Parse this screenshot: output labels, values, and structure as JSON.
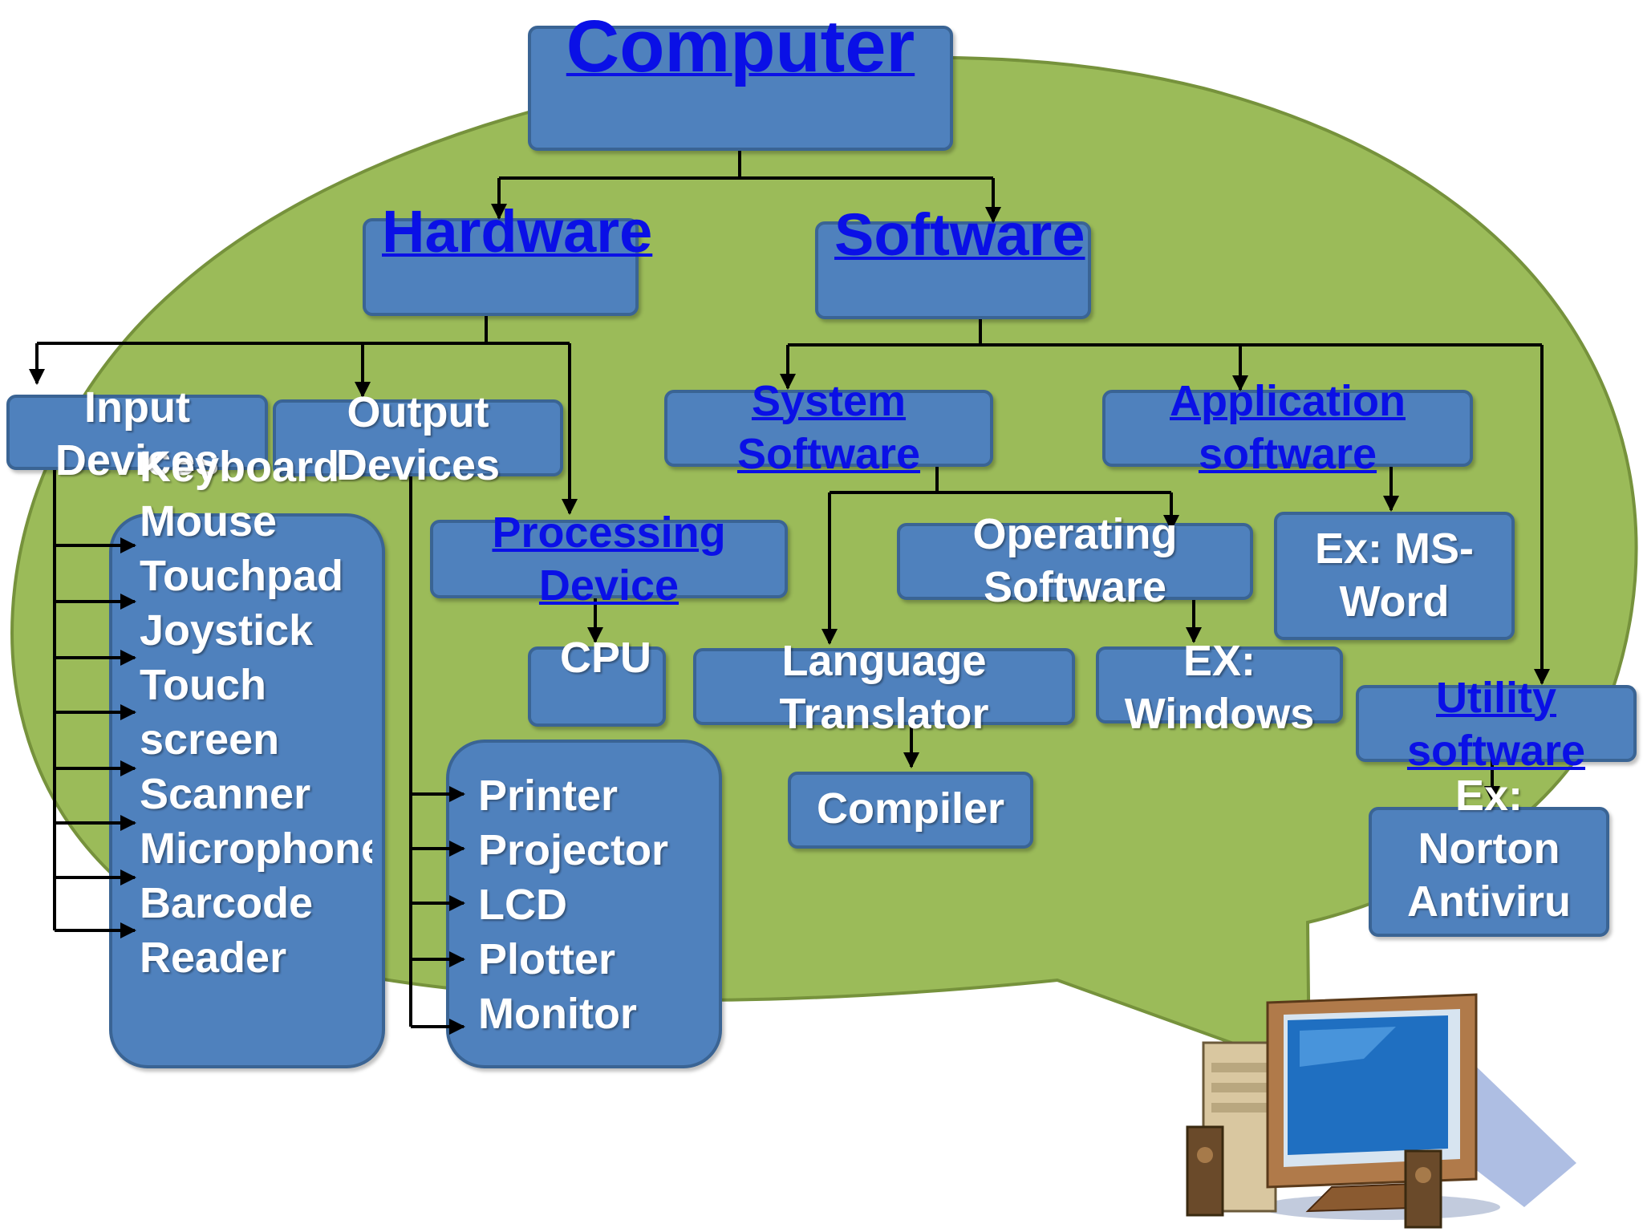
{
  "colors": {
    "bubble": "#9bbb59",
    "box": "#4f81bd",
    "link_text": "#0a10e6",
    "text": "#ffffff",
    "arrow": "#000000"
  },
  "nodes": {
    "computer": "Computer",
    "hardware": "Hardware",
    "software": "Software",
    "input_devices": "Input Devices",
    "output_devices": "Output Devices",
    "processing_device": "Processing Device",
    "cpu": "CPU",
    "system_software": "System Software",
    "application_software": "Application software",
    "operating_software": "Operating Software",
    "ex_windows": "EX: Windows",
    "language_translator": "Language Translator",
    "compiler": "Compiler",
    "ex_ms_word": "Ex: MS-Word",
    "utility_software": "Utility software",
    "utility_example": "Ex: Norton Antiviru"
  },
  "input_list": [
    "Keyboard",
    "Mouse",
    "Touchpad",
    "Joystick",
    "Touch screen",
    "Scanner",
    "Microphone",
    "Barcode Reader"
  ],
  "output_list": [
    "Printer",
    "Projector",
    "LCD",
    "Plotter",
    "Monitor"
  ],
  "illustration": {
    "icon": "computer-icon"
  }
}
